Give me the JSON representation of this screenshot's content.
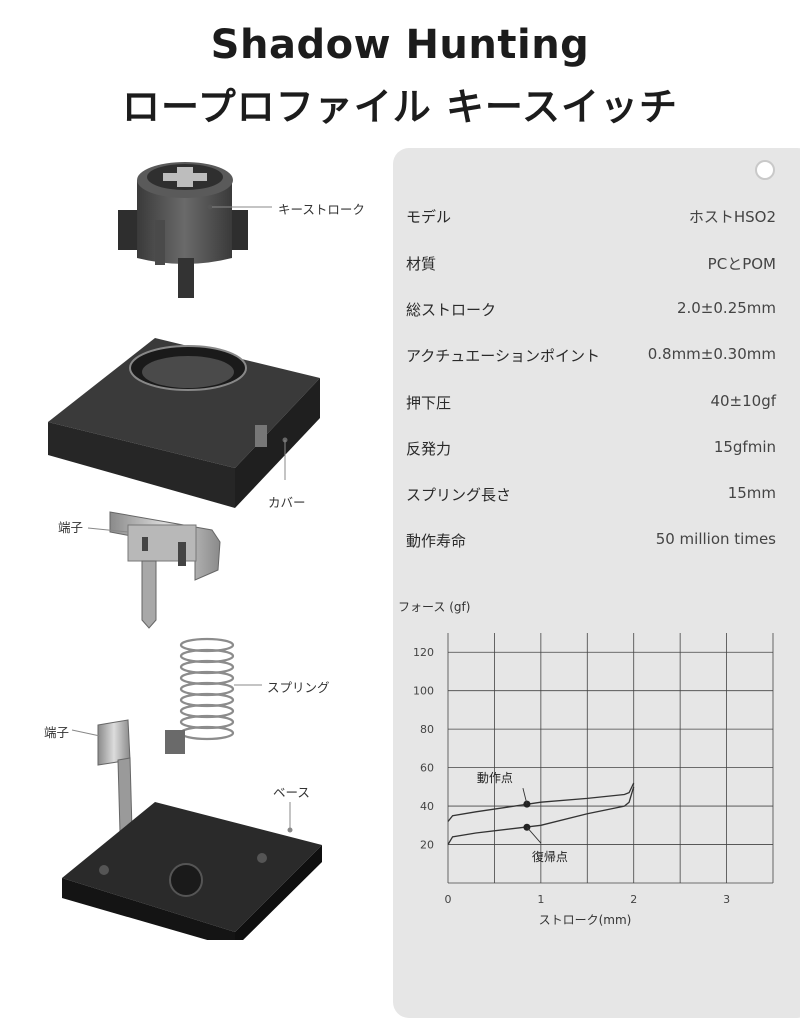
{
  "header": {
    "title_en": "Shadow Hunting",
    "title_ja": "ロープロファイル キースイッチ"
  },
  "diagram": {
    "labels": {
      "keystroke": "キーストローク",
      "cover": "カバー",
      "terminal_1": "端子",
      "spring": "スプリング",
      "terminal_2": "端子",
      "base": "ベース"
    }
  },
  "specs": [
    {
      "label": "モデル",
      "value": "ホストHSO2"
    },
    {
      "label": "材質",
      "value": "PCとPOM"
    },
    {
      "label": "総ストローク",
      "value": "2.0±0.25mm"
    },
    {
      "label": "アクチュエーションポイント",
      "value": "0.8mm±0.30mm"
    },
    {
      "label": "押下圧",
      "value": "40±10gf"
    },
    {
      "label": "反発力",
      "value": "15gfmin"
    },
    {
      "label": "スプリング長さ",
      "value": "15mm"
    },
    {
      "label": "動作寿命",
      "value": "50 million times"
    }
  ],
  "chart_data": {
    "type": "line",
    "ylabel": "フォース (gf)",
    "xlabel": "ストローク(mm)",
    "xlim": [
      0,
      3.5
    ],
    "ylim": [
      0,
      130
    ],
    "x_ticks": [
      0,
      1,
      2,
      3
    ],
    "y_ticks": [
      20,
      40,
      60,
      80,
      100,
      120
    ],
    "grid": true,
    "series": [
      {
        "x": [
          0,
          0.05,
          0.3,
          1.0,
          1.5,
          1.9,
          1.95,
          2.0
        ],
        "y": [
          32,
          35,
          37,
          42,
          44,
          46,
          47,
          52
        ]
      },
      {
        "x": [
          0,
          0.05,
          0.3,
          1.0,
          1.5,
          1.9,
          1.95,
          2.0
        ],
        "y": [
          20,
          24,
          26,
          30,
          36,
          40,
          42,
          50
        ]
      }
    ],
    "annotations": [
      {
        "text": "動作点",
        "x": 0.85,
        "y": 41
      },
      {
        "text": "復帰点",
        "x": 0.85,
        "y": 29
      }
    ]
  }
}
